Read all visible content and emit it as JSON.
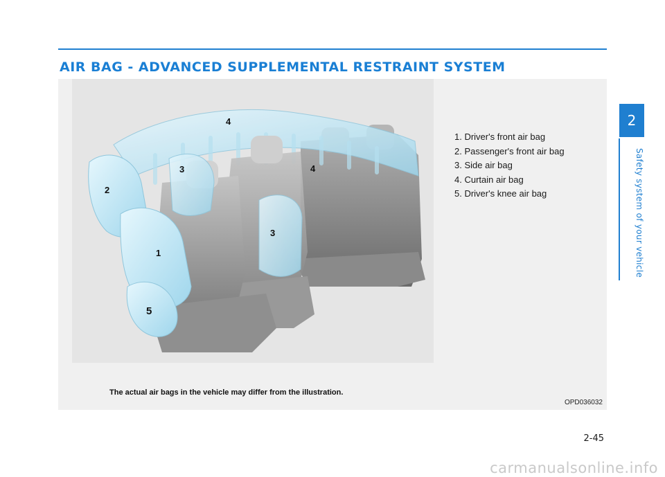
{
  "header": {
    "title": "AIR BAG - ADVANCED SUPPLEMENTAL RESTRAINT SYSTEM",
    "accent_color": "#1f7fd0"
  },
  "figure": {
    "callouts": [
      "4",
      "3",
      "4",
      "2",
      "3",
      "1",
      "5"
    ],
    "legend": [
      "1. Driver's front air bag",
      "2. Passenger's front air bag",
      "3. Side air bag",
      "4. Curtain air bag",
      "5. Driver's knee air bag"
    ],
    "caption": "The actual air bags in the vehicle may differ from the illustration.",
    "code": "OPD036032"
  },
  "sidebar": {
    "chapter_number": "2",
    "chapter_title": "Safety system of your vehicle"
  },
  "footer": {
    "page_number": "2-45"
  },
  "watermark": {
    "text": "carmanualsonline.info"
  }
}
